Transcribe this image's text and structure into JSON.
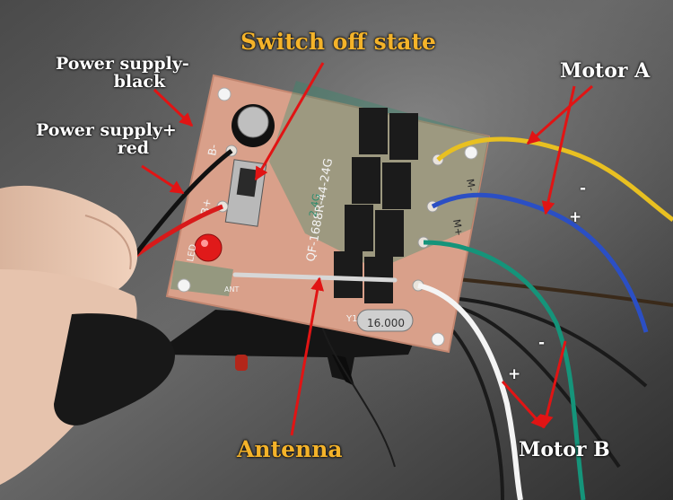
{
  "labels": {
    "power_minus_line1": "Power supply-",
    "power_minus_line2": "black",
    "power_plus_line1": "Power supply+",
    "power_plus_line2": "red",
    "switch": "Switch off state",
    "motor_a": "Motor A",
    "motor_b": "Motor B",
    "antenna": "Antenna"
  },
  "signs": {
    "a_minus": "-",
    "a_plus": "+",
    "b_minus": "-",
    "b_plus": "+"
  },
  "board": {
    "part_number": "QF-1688R-44-24G",
    "crystal": "16.000",
    "chip": "2.4G",
    "pad_b_minus": "B-",
    "pad_b_plus": "B+",
    "pad_led": "LED",
    "pad_ant": "ANT",
    "pad_m_minus": "M-",
    "pad_m_plus": "M+",
    "pad_y": "Y1"
  },
  "colors": {
    "annotation_arrow": "#e11414",
    "orange_label": "#f4b32a",
    "pcb": "#d9a08a",
    "pcb_green": "#2f8c6d",
    "wire_yellow": "#e8c021",
    "wire_blue": "#2b4fc4",
    "wire_green": "#15947a",
    "wire_white": "#f4f4f4",
    "wire_red": "#d81a1a",
    "wire_black": "#111111"
  }
}
